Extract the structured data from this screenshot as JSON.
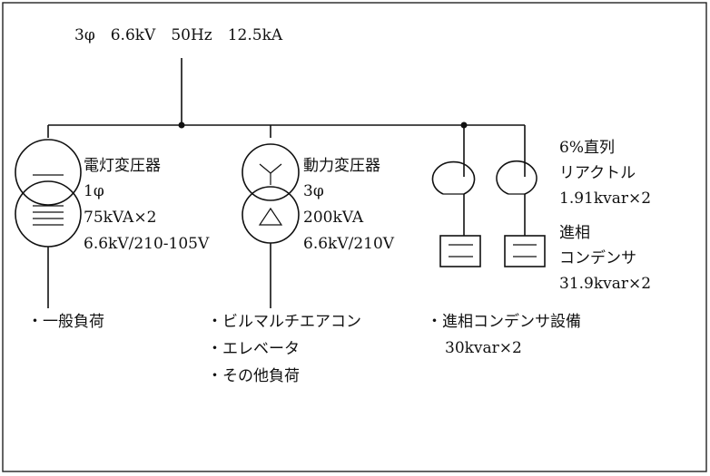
{
  "source": {
    "label": "3φ　6.6kV　50Hz　12.5kA"
  },
  "lighting_transformer": {
    "name": "電灯変圧器",
    "phase": "1φ",
    "capacity": "75kVA×2",
    "voltage": "6.6kV/210-105V",
    "load": "・一般負荷"
  },
  "power_transformer": {
    "name": "動力変圧器",
    "phase": "3φ",
    "capacity": "200kVA",
    "voltage": "6.6kV/210V",
    "loads": [
      "・ビルマルチエアコン",
      "・エレベータ",
      "・その他負荷"
    ]
  },
  "reactor": {
    "line1": "6%直列",
    "line2": "リアクトル",
    "line3": "1.91kvar×2"
  },
  "capacitor": {
    "line1": "進相",
    "line2": "コンデンサ",
    "line3": "31.9kvar×2"
  },
  "capacitor_equipment": {
    "line1": "・進相コンデンサ設備",
    "line2": "30kvar×2"
  }
}
